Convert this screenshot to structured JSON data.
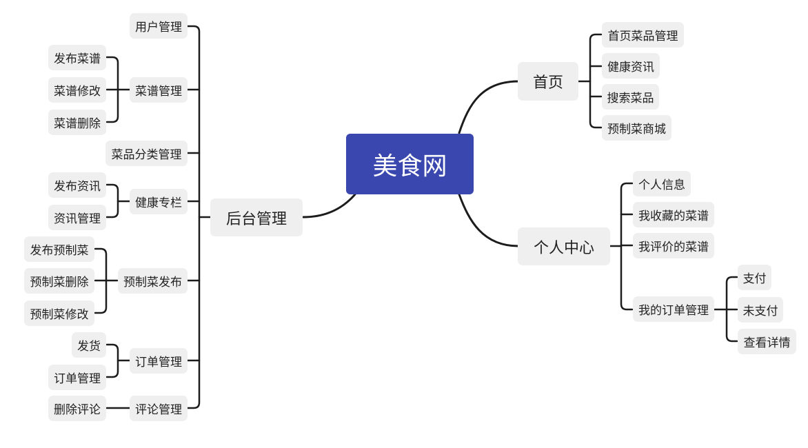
{
  "root": "美食网",
  "branches": {
    "home": {
      "label": "首页",
      "items": [
        "首页菜品管理",
        "健康资讯",
        "搜索菜品",
        "预制菜商城"
      ]
    },
    "personal": {
      "label": "个人中心",
      "items": [
        "个人信息",
        "我收藏的菜谱",
        "我评价的菜谱",
        "我的订单管理"
      ],
      "orders": [
        "支付",
        "未支付",
        "查看详情"
      ]
    },
    "admin": {
      "label": "后台管理",
      "items": [
        "用户管理",
        "菜谱管理",
        "菜品分类管理",
        "健康专栏",
        "预制菜发布",
        "订单管理",
        "评论管理"
      ],
      "recipe": [
        "发布菜谱",
        "菜谱修改",
        "菜谱删除"
      ],
      "health": [
        "发布资讯",
        "资讯管理"
      ],
      "prefab": [
        "发布预制菜",
        "预制菜删除",
        "预制菜修改"
      ],
      "order": [
        "发货",
        "订单管理"
      ],
      "comment": [
        "删除评论"
      ]
    }
  }
}
